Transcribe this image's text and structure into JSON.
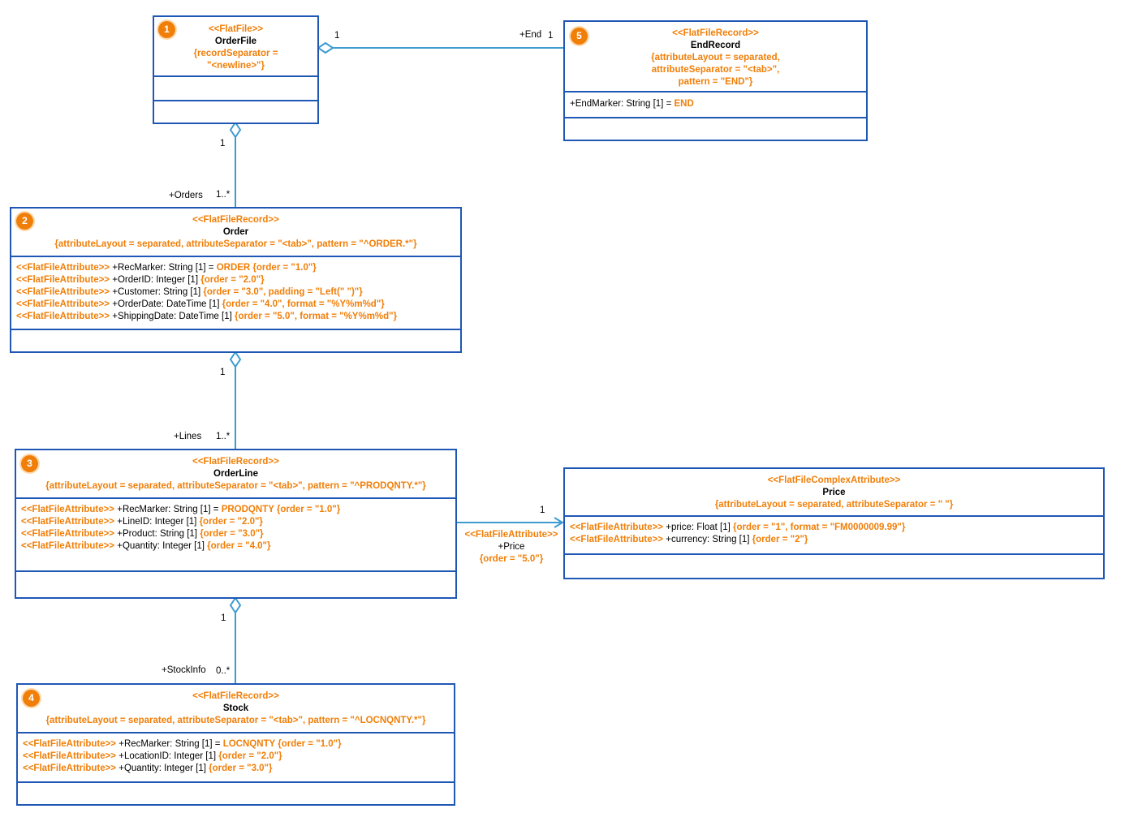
{
  "colors": {
    "border": "#1f57b5",
    "line": "#3d9bd2",
    "accent": "#f07f09"
  },
  "classes": {
    "orderfile": {
      "tag": "1",
      "stereotype": "<<FlatFile>>",
      "name": "OrderFile",
      "constraint_1": "{recordSeparator =",
      "constraint_2": "\"<newline>\"}"
    },
    "endrecord": {
      "tag": "5",
      "stereotype": "<<FlatFileRecord>>",
      "name": "EndRecord",
      "constraint_1": "{attributeLayout = separated,",
      "constraint_2": "attributeSeparator = \"<tab>\",",
      "constraint_3": "pattern = \"END\"}",
      "attr": {
        "text": "+EndMarker: String [1] = ",
        "value": "END"
      }
    },
    "order": {
      "tag": "2",
      "stereotype": "<<FlatFileRecord>>",
      "name": "Order",
      "constraint": "{attributeLayout = separated, attributeSeparator = \"<tab>\", pattern = \"^ORDER.*\"}",
      "attrs": [
        {
          "stereo": "<<FlatFileAttribute>>",
          "text": " +RecMarker: String [1] = ",
          "value": "ORDER",
          "tv": " {order = \"1.0\"}"
        },
        {
          "stereo": "<<FlatFileAttribute>>",
          "text": " +OrderID: Integer [1] ",
          "value": "",
          "tv": "{order = \"2.0\"}"
        },
        {
          "stereo": "<<FlatFileAttribute>>",
          "text": " +Customer: String [1] ",
          "value": "",
          "tv": "{order = \"3.0\", padding = \"Left(\" \")\"}"
        },
        {
          "stereo": "<<FlatFileAttribute>>",
          "text": " +OrderDate: DateTime [1] ",
          "value": "",
          "tv": "{order = \"4.0\", format = \"%Y%m%d\"}"
        },
        {
          "stereo": "<<FlatFileAttribute>>",
          "text": " +ShippingDate: DateTime [1] ",
          "value": "",
          "tv": "{order = \"5.0\", format = \"%Y%m%d\"}"
        }
      ]
    },
    "orderline": {
      "tag": "3",
      "stereotype": "<<FlatFileRecord>>",
      "name": "OrderLine",
      "constraint": "{attributeLayout = separated, attributeSeparator = \"<tab>\", pattern = \"^PRODQNTY.*\"}",
      "attrs": [
        {
          "stereo": "<<FlatFileAttribute>>",
          "text": " +RecMarker: String [1] = ",
          "value": "PRODQNTY",
          "tv": " {order = \"1.0\"}"
        },
        {
          "stereo": "<<FlatFileAttribute>>",
          "text": " +LineID: Integer [1] ",
          "value": "",
          "tv": "{order = \"2.0\"}"
        },
        {
          "stereo": "<<FlatFileAttribute>>",
          "text": " +Product: String [1] ",
          "value": "",
          "tv": "{order = \"3.0\"}"
        },
        {
          "stereo": " <<FlatFileAttribute>>",
          "text": " +Quantity: Integer [1] ",
          "value": "",
          "tv": "{order = \"4.0\"}"
        }
      ]
    },
    "stock": {
      "tag": "4",
      "stereotype": "<<FlatFileRecord>>",
      "name": "Stock",
      "constraint": "{attributeLayout = separated, attributeSeparator = \"<tab>\", pattern = \"^LOCNQNTY.*\"}",
      "attrs": [
        {
          "stereo": "<<FlatFileAttribute>>",
          "text": " +RecMarker: String [1] = ",
          "value": "LOCNQNTY",
          "tv": " {order = \"1.0\"}"
        },
        {
          "stereo": "<<FlatFileAttribute>>",
          "text": " +LocationID: Integer [1] ",
          "value": "",
          "tv": "{order = \"2.0\"}"
        },
        {
          "stereo": "<<FlatFileAttribute>>",
          "text": " +Quantity: Integer [1] ",
          "value": "",
          "tv": "{order = \"3.0\"}"
        }
      ]
    },
    "price": {
      "stereotype": "<<FlatFileComplexAttribute>>",
      "name": "Price",
      "constraint": "{attributeLayout = separated, attributeSeparator = \" \"}",
      "attrs": [
        {
          "stereo": "<<FlatFileAttribute>>",
          "text": " +price: Float [1] ",
          "value": "",
          "tv": "{order = \"1\", format = \"FM0000009.99\"}"
        },
        {
          "stereo": "<<FlatFileAttribute>>",
          "text": " +currency: String [1] ",
          "value": "",
          "tv": "{order = \"2\"}"
        }
      ]
    }
  },
  "associations": {
    "file_end": {
      "source_mult": "1",
      "target_role": "+End",
      "target_mult": "1"
    },
    "file_orders": {
      "source_mult": "1",
      "target_role": "+Orders",
      "target_mult": "1..*"
    },
    "order_lines": {
      "source_mult": "1",
      "target_role": "+Lines",
      "target_mult": "1..*"
    },
    "line_stock": {
      "source_mult": "1",
      "target_role": "+StockInfo",
      "target_mult": "0..*"
    },
    "line_price": {
      "target_mult": "1",
      "stereotype": "<<FlatFileAttribute>>",
      "target_role": "+Price",
      "tagged_value": "{order = \"5.0\"}"
    }
  }
}
